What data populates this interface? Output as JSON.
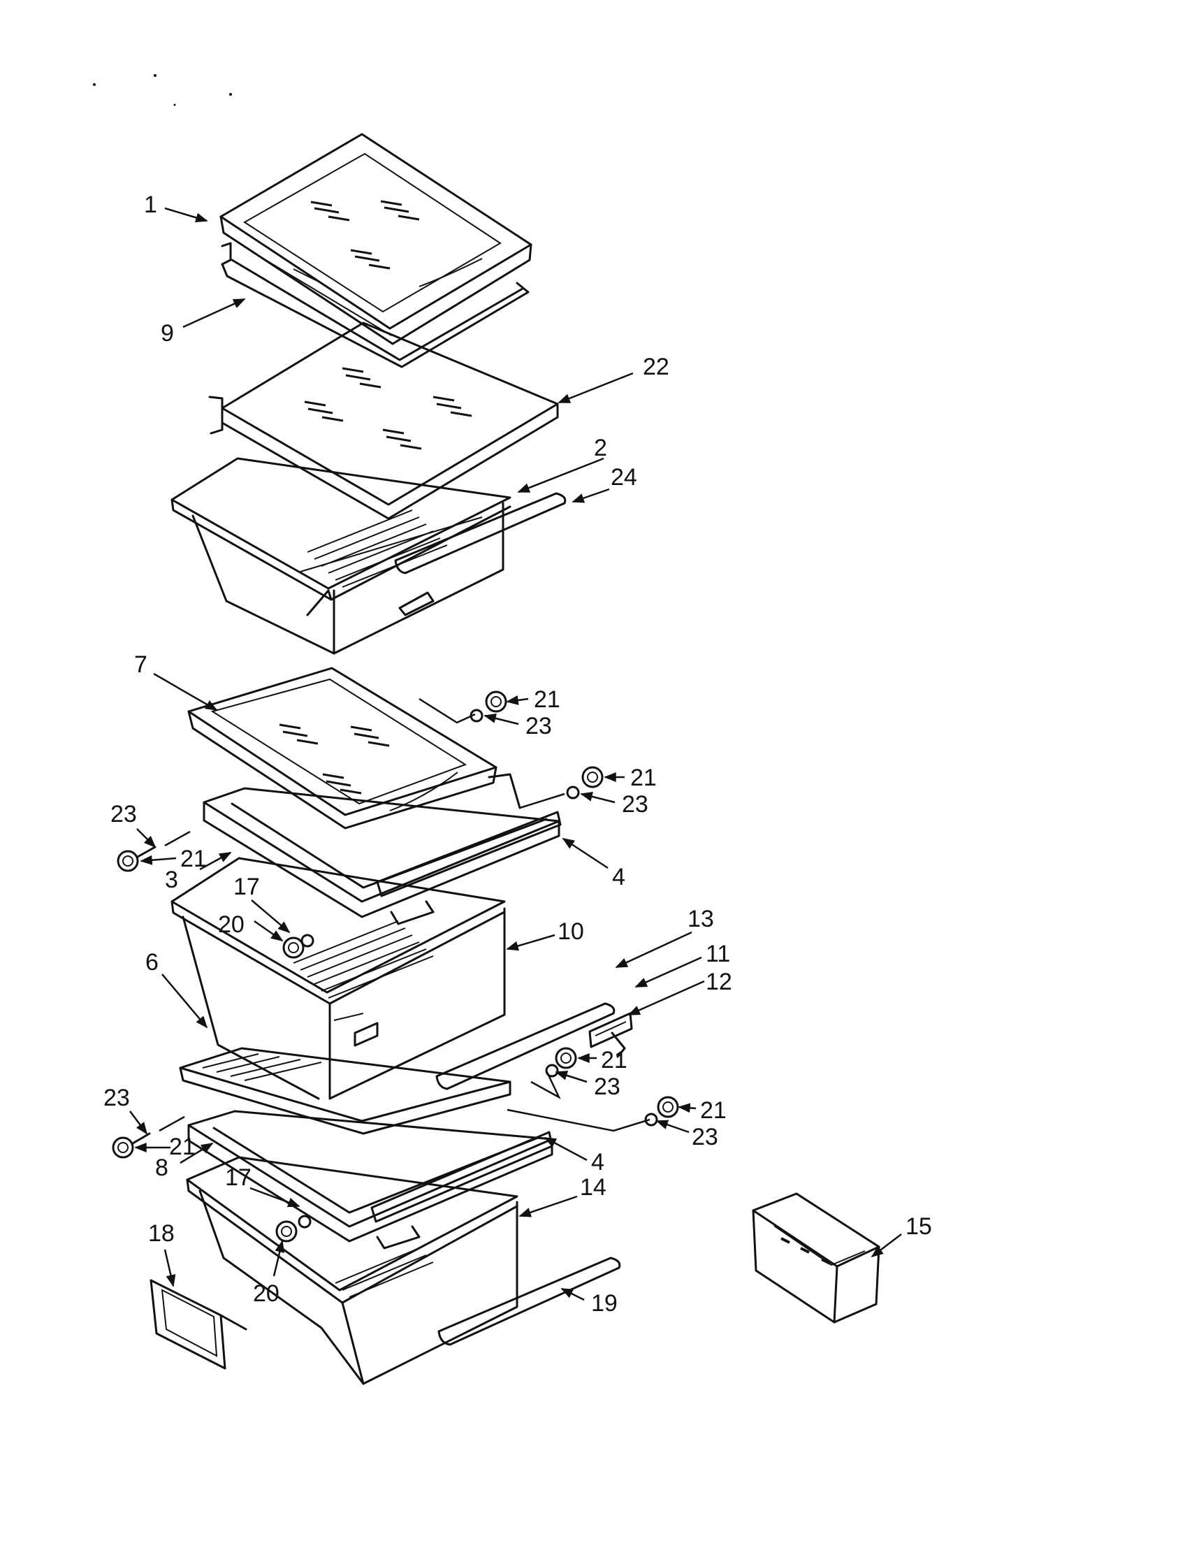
{
  "diagram": {
    "callouts": [
      {
        "id": "c1",
        "label": "1"
      },
      {
        "id": "c9",
        "label": "9"
      },
      {
        "id": "c22",
        "label": "22"
      },
      {
        "id": "c2",
        "label": "2"
      },
      {
        "id": "c24",
        "label": "24"
      },
      {
        "id": "c7",
        "label": "7"
      },
      {
        "id": "c21a",
        "label": "21"
      },
      {
        "id": "c23a",
        "label": "23"
      },
      {
        "id": "c21b",
        "label": "21"
      },
      {
        "id": "c23b",
        "label": "23"
      },
      {
        "id": "c23c",
        "label": "23"
      },
      {
        "id": "c21c",
        "label": "21"
      },
      {
        "id": "c3",
        "label": "3"
      },
      {
        "id": "c4a",
        "label": "4"
      },
      {
        "id": "c17a",
        "label": "17"
      },
      {
        "id": "c20a",
        "label": "20"
      },
      {
        "id": "c10",
        "label": "10"
      },
      {
        "id": "c13",
        "label": "13"
      },
      {
        "id": "c11",
        "label": "11"
      },
      {
        "id": "c12",
        "label": "12"
      },
      {
        "id": "c6",
        "label": "6"
      },
      {
        "id": "c21d",
        "label": "21"
      },
      {
        "id": "c23d",
        "label": "23"
      },
      {
        "id": "c21e",
        "label": "21"
      },
      {
        "id": "c23e",
        "label": "23"
      },
      {
        "id": "c23f",
        "label": "23"
      },
      {
        "id": "c21f",
        "label": "21"
      },
      {
        "id": "c8",
        "label": "8"
      },
      {
        "id": "c4b",
        "label": "4"
      },
      {
        "id": "c17b",
        "label": "17"
      },
      {
        "id": "c14",
        "label": "14"
      },
      {
        "id": "c15",
        "label": "15"
      },
      {
        "id": "c18",
        "label": "18"
      },
      {
        "id": "c20b",
        "label": "20"
      },
      {
        "id": "c19",
        "label": "19"
      }
    ]
  }
}
